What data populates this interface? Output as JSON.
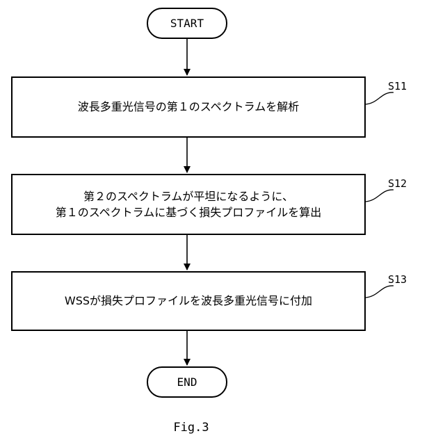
{
  "flowchart": {
    "start_label": "START",
    "end_label": "END",
    "steps": [
      {
        "id": "S11",
        "lines": [
          "波長多重光信号の第１のスペクトラムを解析"
        ]
      },
      {
        "id": "S12",
        "lines": [
          "第２のスペクトラムが平坦になるように、",
          "第１のスペクトラムに基づく損失プロファイルを算出"
        ]
      },
      {
        "id": "S13",
        "lines": [
          "WSSが損失プロファイルを波長多重光信号に付加"
        ]
      }
    ]
  },
  "figure_caption": "Fig.3"
}
